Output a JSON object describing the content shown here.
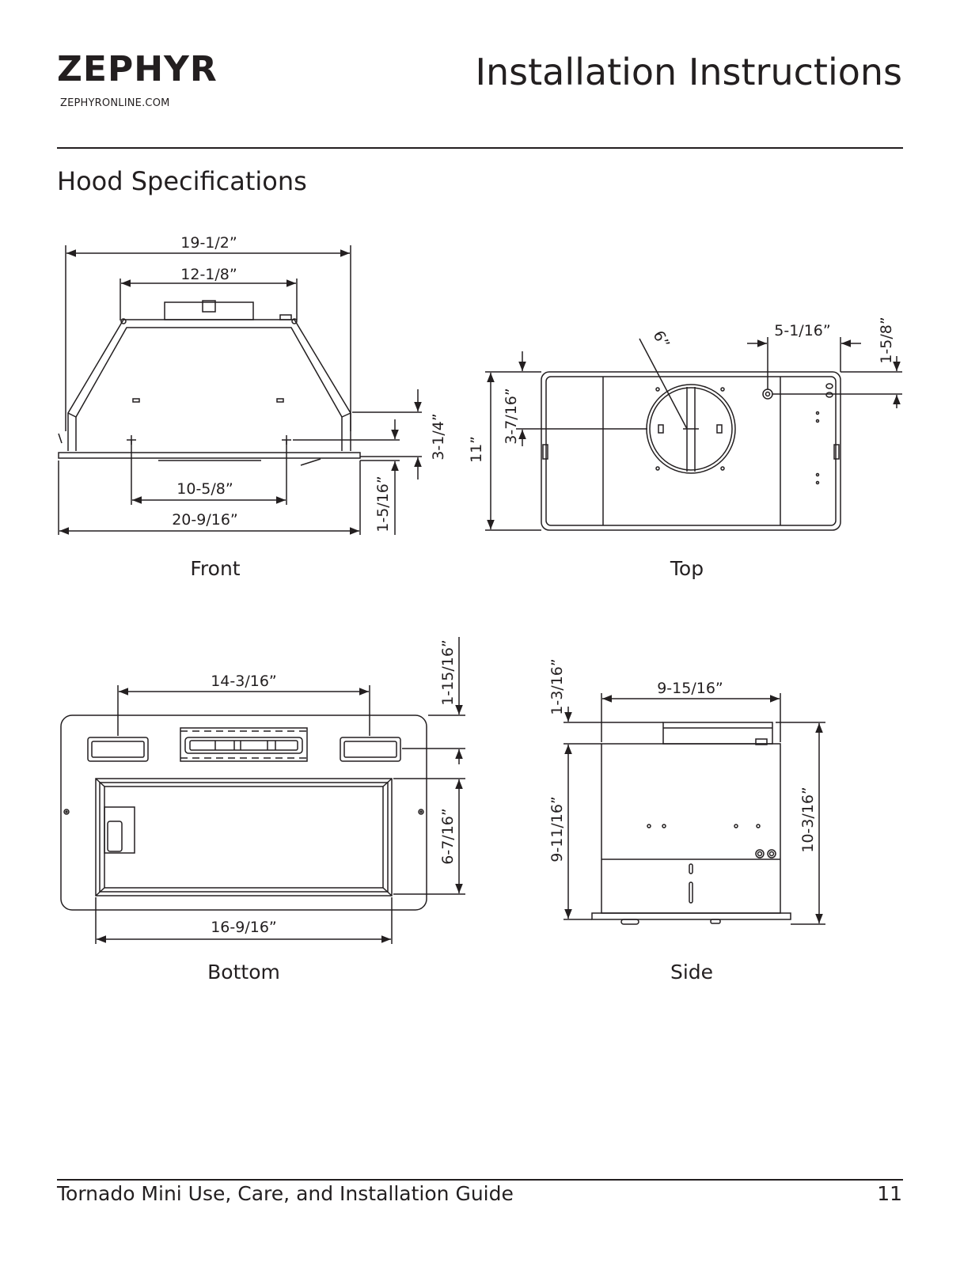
{
  "header": {
    "brand": "ZEPHYR",
    "website": "ZEPHYRONLINE.COM",
    "title": "Installation Instructions"
  },
  "section_title": "Hood Specifications",
  "views": {
    "front": {
      "caption": "Front",
      "dims": {
        "overall_top_width": "19-1/2”",
        "duct_collar_width": "12-1/8”",
        "mount_hole_spacing": "10-5/8”",
        "base_width": "20-9/16”",
        "front_height": "3-1/4”",
        "base_height": "1-5/16”"
      }
    },
    "top": {
      "caption": "Top",
      "dims": {
        "duct_diameter": "6”",
        "hole_offset_x": "5-1/16”",
        "hole_offset_y": "1-5/8”",
        "duct_center_offset": "3-7/16”",
        "depth": "11”"
      }
    },
    "bottom": {
      "caption": "Bottom",
      "dims": {
        "light_spacing": "14-3/16”",
        "light_offset": "1-15/16”",
        "filter_depth": "6-7/16”",
        "filter_width": "16-9/16”"
      }
    },
    "side": {
      "caption": "Side",
      "dims": {
        "body_depth": "9-15/16”",
        "collar_height": "1-3/16”",
        "body_height": "9-11/16”",
        "overall_height": "10-3/16”"
      }
    }
  },
  "footer": {
    "guide_title": "Tornado Mini Use, Care, and Installation Guide",
    "page_number": "11"
  }
}
